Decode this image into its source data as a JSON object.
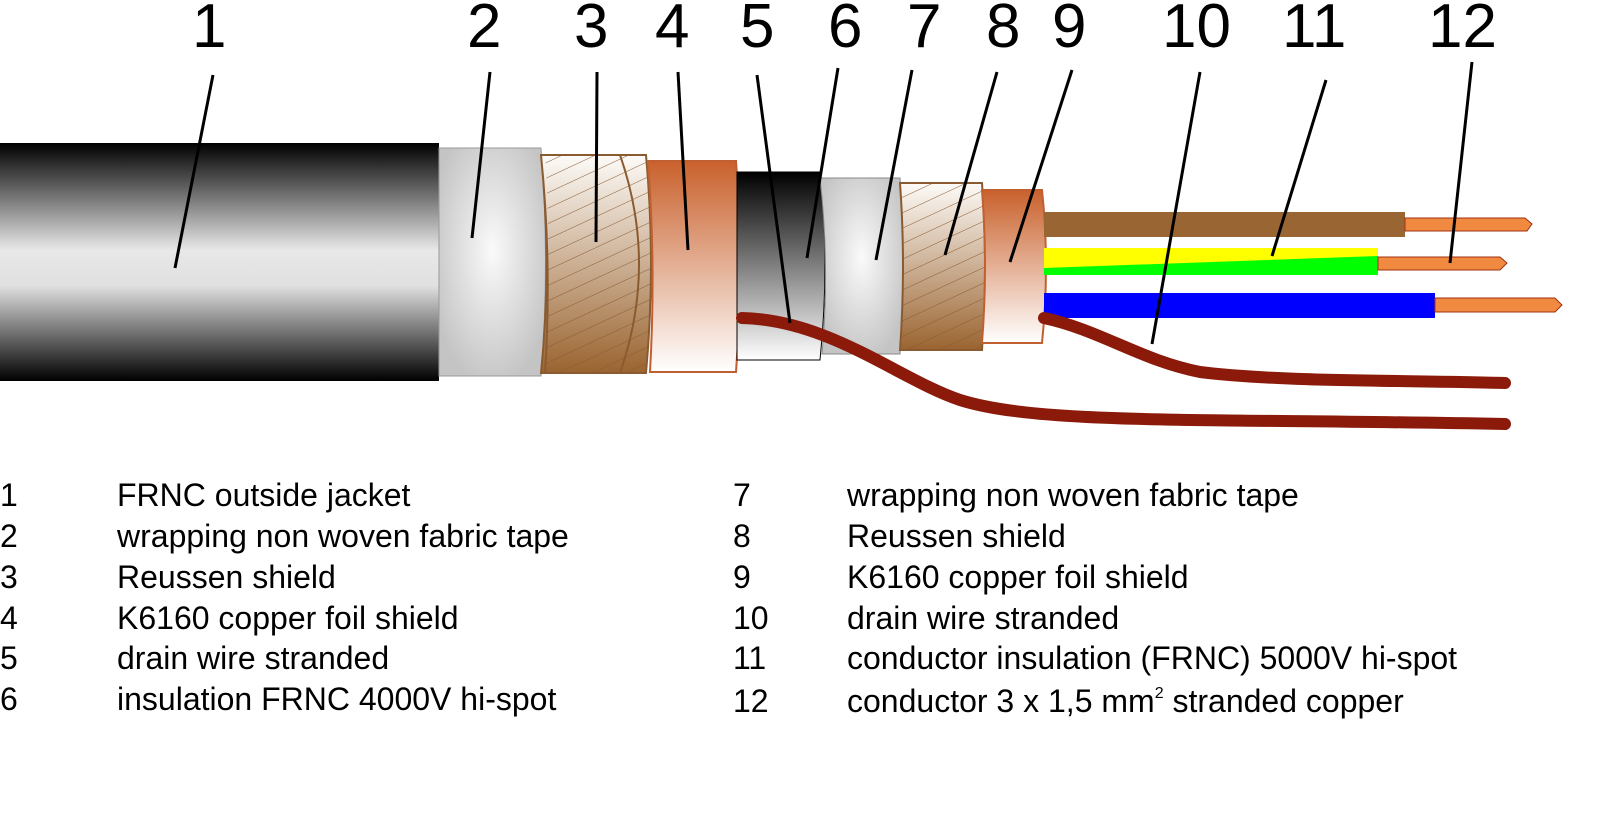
{
  "callouts": [
    "1",
    "2",
    "3",
    "4",
    "5",
    "6",
    "7",
    "8",
    "9",
    "10",
    "11",
    "12"
  ],
  "legend": [
    {
      "num": "1",
      "text": "FRNC outside jacket"
    },
    {
      "num": "2",
      "text": "wrapping non woven fabric tape"
    },
    {
      "num": "3",
      "text": "Reussen shield"
    },
    {
      "num": "4",
      "text": "K6160 copper foil shield"
    },
    {
      "num": "5",
      "text": "drain wire stranded"
    },
    {
      "num": "6",
      "text": "insulation FRNC 4000V hi-spot"
    },
    {
      "num": "7",
      "text": "wrapping non woven fabric tape"
    },
    {
      "num": "8",
      "text": "Reussen shield"
    },
    {
      "num": "9",
      "text": "K6160 copper foil shield"
    },
    {
      "num": "10",
      "text": "drain wire stranded"
    },
    {
      "num": "11",
      "text": "conductor insulation (FRNC) 5000V hi-spot"
    },
    {
      "num": "12",
      "text": "conductor 3 x 1,5 mm",
      "sup": "2",
      "text_after": " stranded copper"
    }
  ],
  "colors": {
    "jacket": "#000000",
    "copper": "#c8683a",
    "braid": "#9a6a3a",
    "drain": "#8b1a0a",
    "brown": "#996633",
    "yellow": "#ffff00",
    "green": "#00ff00",
    "blue": "#0000ff"
  }
}
